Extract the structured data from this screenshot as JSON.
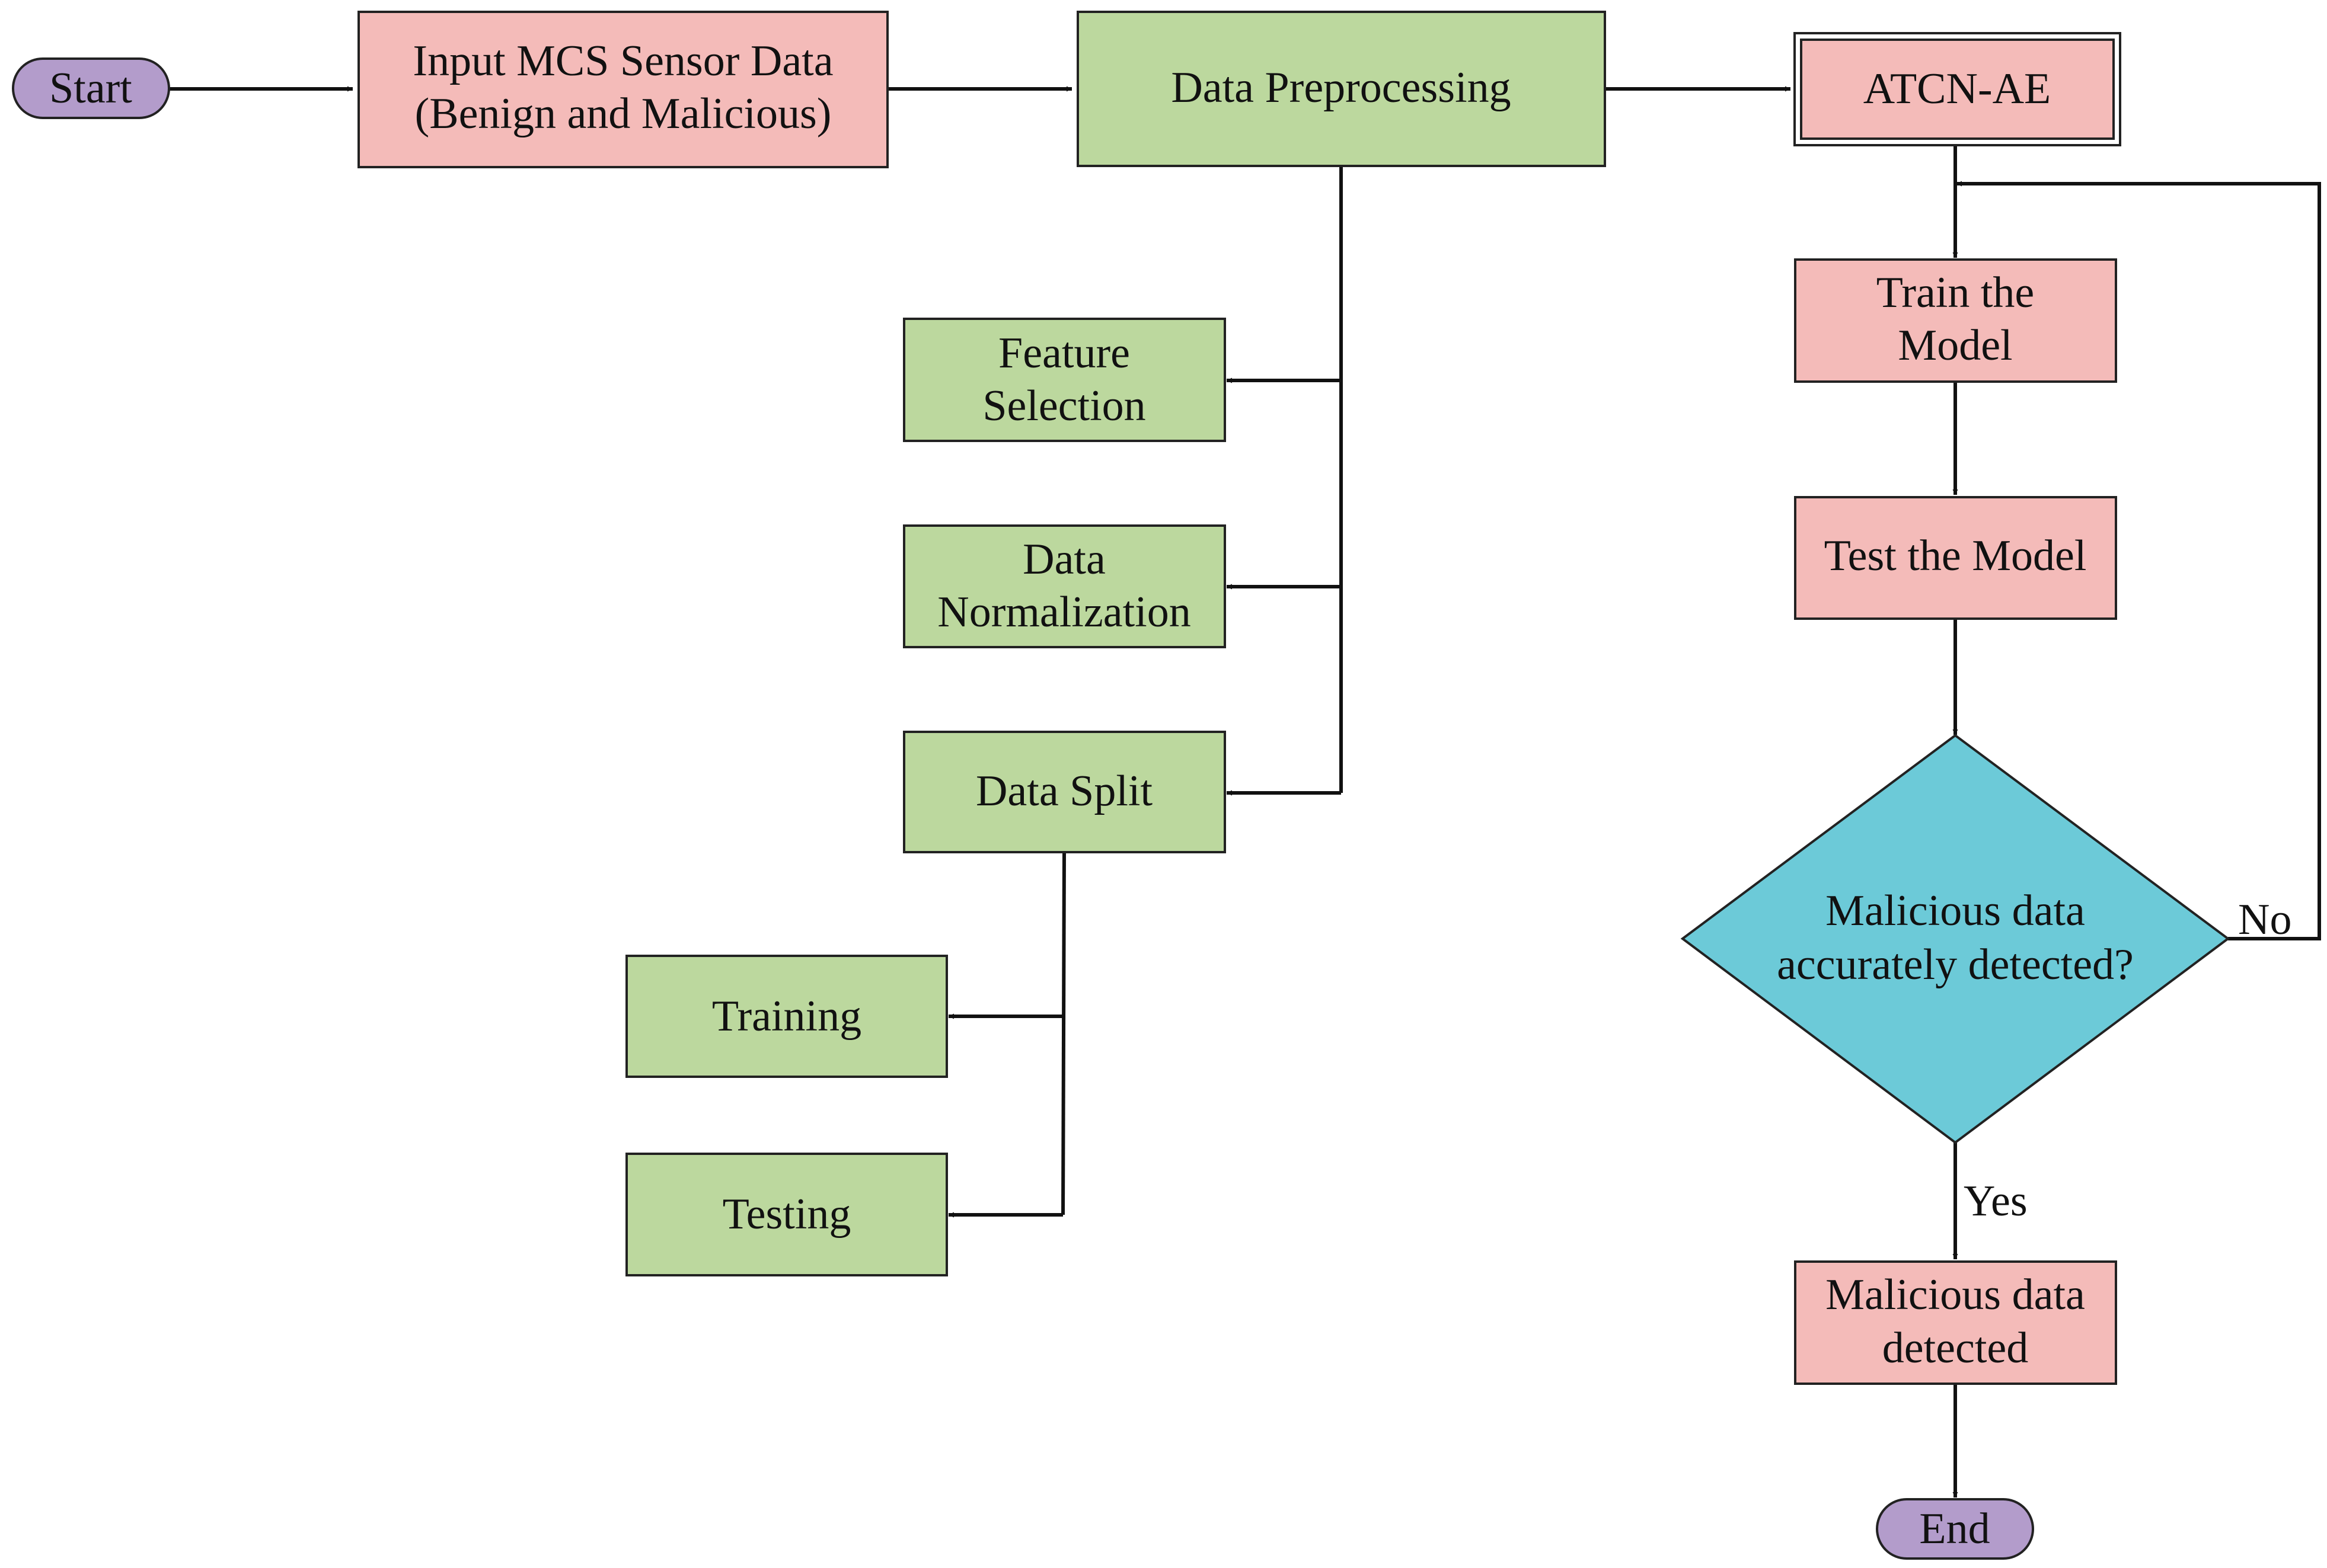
{
  "colors": {
    "terminal": "#b39ccb",
    "process_red": "#f4bbb9",
    "process_green": "#bcd89e",
    "decision": "#6ccad8",
    "stroke": "#222222"
  },
  "nodes": {
    "start": "Start",
    "input": [
      "Input MCS Sensor Data",
      "(Benign and Malicious)"
    ],
    "preprocessing": "Data Preprocessing",
    "atcn": "ATCN-AE",
    "feature_selection": [
      "Feature",
      "Selection"
    ],
    "normalization": [
      "Data",
      "Normalization"
    ],
    "split": "Data Split",
    "training": "Training",
    "testing": "Testing",
    "train_model": [
      "Train the",
      "Model"
    ],
    "test_model": "Test the Model",
    "decision": [
      "Malicious data",
      "accurately detected?"
    ],
    "detected": [
      "Malicious data",
      "detected"
    ],
    "end": "End"
  },
  "edges": {
    "no_label": "No",
    "yes_label": "Yes"
  }
}
